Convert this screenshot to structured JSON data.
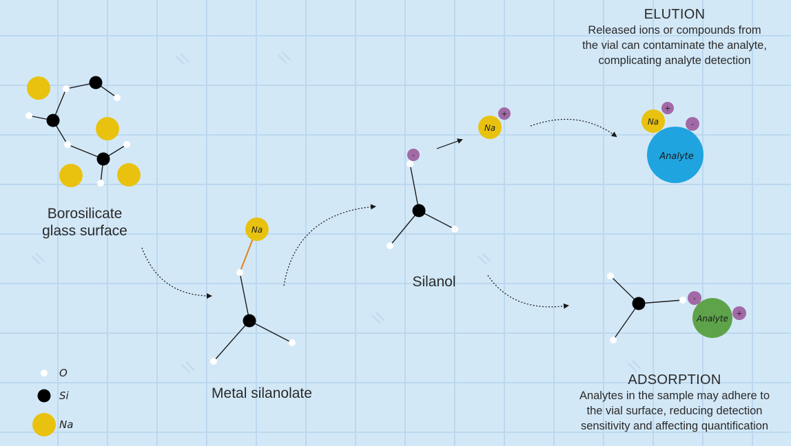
{
  "labels": {
    "borosilicate_line1": "Borosilicate",
    "borosilicate_line2": "glass surface",
    "metal_silanolate": "Metal silanolate",
    "silanol": "Silanol"
  },
  "elution": {
    "title": "ELUTION",
    "line1": "Released ions or compounds from",
    "line2": "the vial can contaminate the analyte,",
    "line3": "complicating analyte detection"
  },
  "adsorption": {
    "title": "ADSORPTION",
    "line1": "Analytes in the sample may adhere to",
    "line2": "the vial surface, reducing detection",
    "line3": "sensitivity and affecting quantification"
  },
  "atoms": {
    "na": "Na",
    "analyte": "Analyte",
    "plus": "+",
    "minus": "-"
  },
  "legend": {
    "o": "O",
    "si": "Si",
    "na": "Na"
  },
  "colors": {
    "background": "#d3e8f7",
    "grid": "#bcd8ee",
    "oxygen": "#ffffff",
    "silicon": "#000000",
    "sodium": "#e8c20e",
    "ion_charge": "#a16aa6",
    "analyte_elution": "#1fa4e0",
    "analyte_adsorption": "#5ea34a",
    "bond_na": "#e08a2a"
  }
}
